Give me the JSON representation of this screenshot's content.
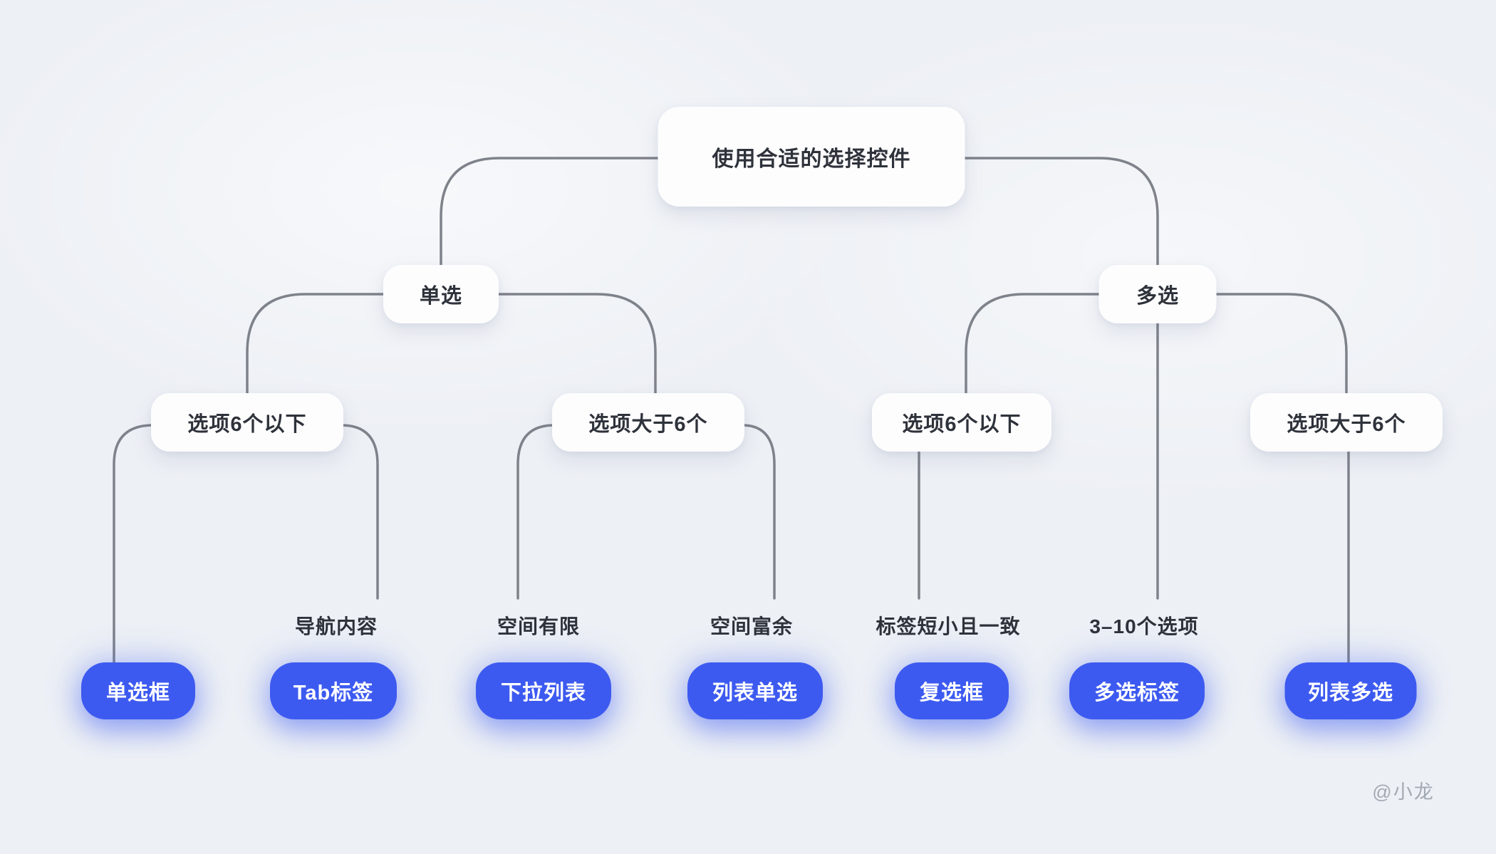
{
  "diagram": {
    "tree": {
      "label": "使用合适的选择控件",
      "children": [
        {
          "label": "单选",
          "children": [
            {
              "label": "选项6个以下",
              "children": [
                {
                  "label": "单选框",
                  "type": "control",
                  "note": ""
                },
                {
                  "label": "Tab标签",
                  "type": "control",
                  "note": "导航内容"
                }
              ]
            },
            {
              "label": "选项大于6个",
              "children": [
                {
                  "label": "下拉列表",
                  "type": "control",
                  "note": "空间有限"
                },
                {
                  "label": "列表单选",
                  "type": "control",
                  "note": "空间富余"
                }
              ]
            }
          ]
        },
        {
          "label": "多选",
          "children": [
            {
              "label": "选项6个以下",
              "children": [
                {
                  "label": "复选框",
                  "type": "control",
                  "note": "标签短小且一致"
                }
              ]
            },
            {
              "label": "多选标签",
              "type": "control",
              "note": "3–10个选项"
            },
            {
              "label": "选项大于6个",
              "children": [
                {
                  "label": "列表多选",
                  "type": "control",
                  "note": ""
                }
              ]
            }
          ]
        }
      ]
    }
  },
  "watermark": "@小龙",
  "colors": {
    "accent_blue": "#3d5af0",
    "line_gray": "#7e828a",
    "background": "#edf0f5",
    "text_dark": "#2e323a",
    "watermark_gray": "#a3a9b3"
  }
}
